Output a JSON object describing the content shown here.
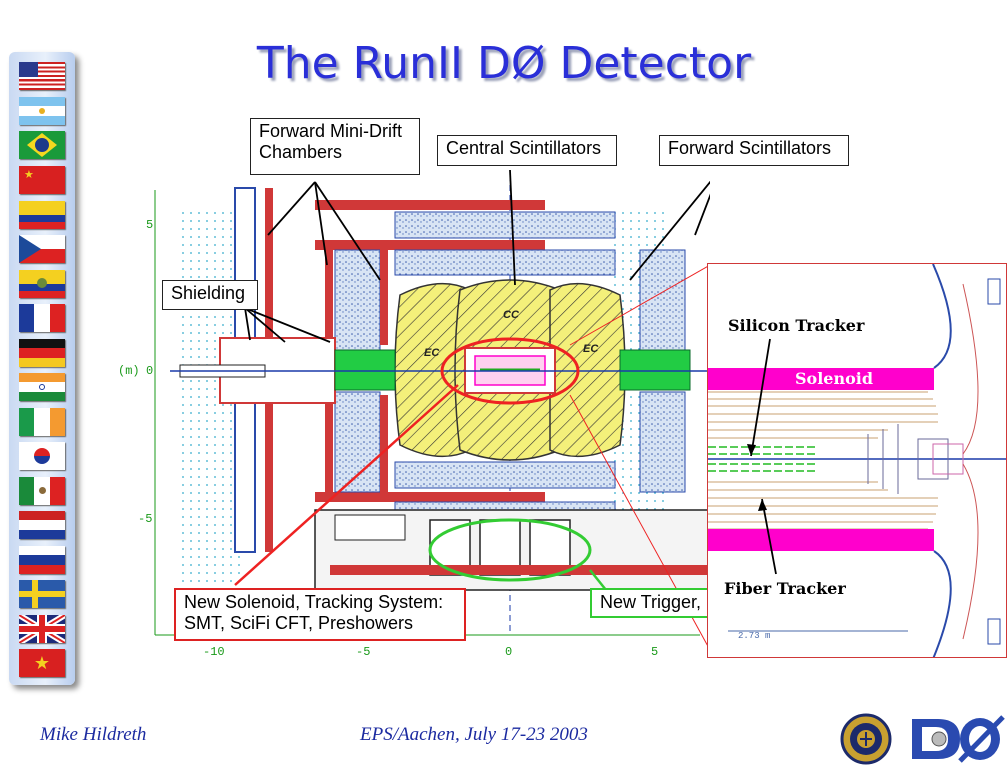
{
  "slide": {
    "title": "The RunII DØ Detector"
  },
  "callouts": {
    "forward_mini_drift": "Forward Mini-Drift Chambers",
    "central_scintillators": "Central Scintillators",
    "forward_scintillators": "Forward Scintillators",
    "shielding": "Shielding",
    "new_solenoid": "New Solenoid, Tracking System: SMT, SciFi CFT, Preshowers",
    "new_trigger": "New Trigger,"
  },
  "diagram": {
    "axis_unit": "(m)",
    "y_ticks": [
      "5",
      "0",
      "-5"
    ],
    "x_ticks": [
      "-10",
      "-5",
      "0",
      "5"
    ],
    "region_labels": [
      "CC",
      "EC",
      "EC"
    ]
  },
  "inset": {
    "silicon_tracker": "Silicon Tracker",
    "solenoid": "Solenoid",
    "fiber_tracker": "Fiber Tracker",
    "dimension": "2.73 m"
  },
  "footer": {
    "author": "Mike Hildreth",
    "event": "EPS/Aachen, July 17-23 2003"
  },
  "flags": [
    "usa-flag",
    "argentina-flag",
    "brazil-flag",
    "china-flag",
    "colombia-flag",
    "czech-flag",
    "ecuador-flag",
    "france-flag",
    "germany-flag",
    "india-flag",
    "ireland-flag",
    "korea-flag",
    "mexico-flag",
    "netherlands-flag",
    "russia-flag",
    "sweden-flag",
    "uk-flag",
    "vietnam-flag"
  ],
  "colors": {
    "title": "#2a2fd8",
    "calorimeter": "#f4f07a",
    "magnet": "#d03838",
    "solenoid": "#ff00cc",
    "callout_red": "#dd2222",
    "callout_green": "#33cc33"
  }
}
